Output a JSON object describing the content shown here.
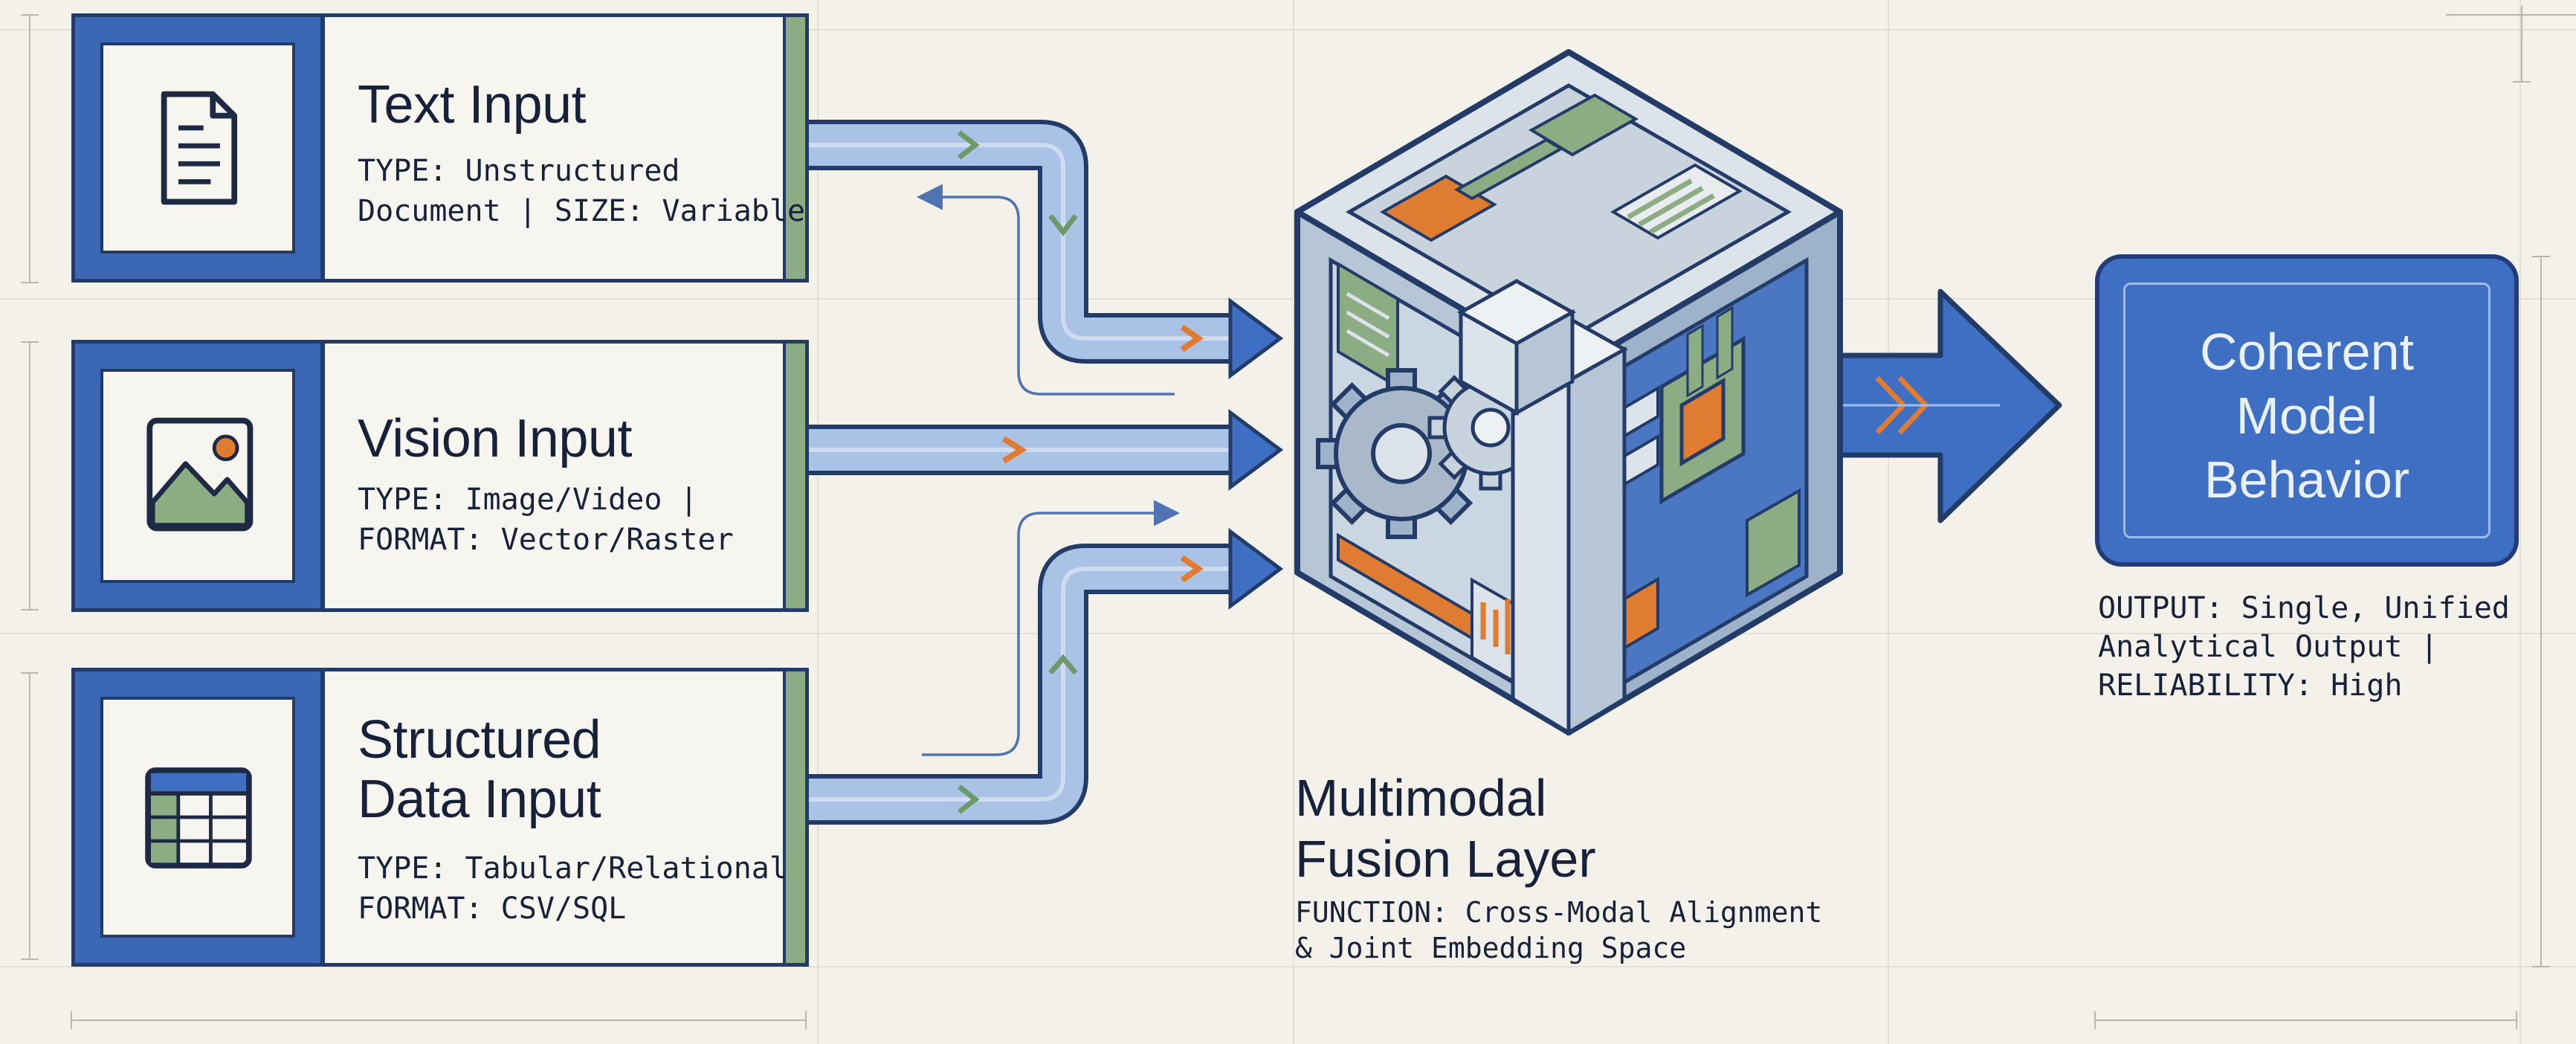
{
  "inputs": [
    {
      "title": "Text Input",
      "icon": "document-icon",
      "meta": "TYPE: Unstructured\nDocument | SIZE: Variable"
    },
    {
      "title": "Vision Input",
      "icon": "image-icon",
      "meta": "TYPE: Image/Video |\nFORMAT: Vector/Raster"
    },
    {
      "title": "Structured\nData Input",
      "icon": "table-icon",
      "meta": "TYPE: Tabular/Relational\nFORMAT: CSV/SQL"
    }
  ],
  "fusion": {
    "title": "Multimodal\nFusion Layer",
    "meta": "FUNCTION: Cross-Modal Alignment\n& Joint Embedding Space",
    "icon": "fusion-cube-gears-icon"
  },
  "output": {
    "label": "Coherent\nModel\nBehavior",
    "meta": "OUTPUT: Single, Unified\nAnalytical Output |\nRELIABILITY: High"
  },
  "colors": {
    "background": "#f3f1ea",
    "navy": "#233b67",
    "blue": "#3e6fc2",
    "light_blue": "#a9c2e6",
    "green": "#8cad84",
    "orange": "#e07b32"
  }
}
